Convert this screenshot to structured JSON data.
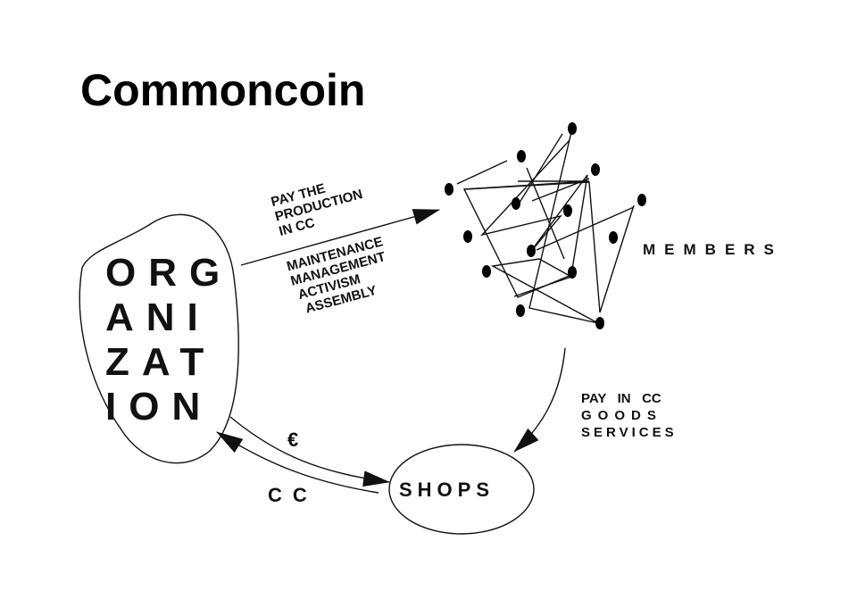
{
  "title": "Commoncoin",
  "organization": {
    "lines": [
      "ORG",
      "ANI",
      "ZAT",
      "ION"
    ]
  },
  "members_label": "MEMBERS",
  "shops_label": "SHOPS",
  "arrow_to_members": {
    "lines": [
      "PAY THE",
      "PRODUCTION",
      "IN CC"
    ]
  },
  "activities": {
    "lines": [
      "MAINTENANCE",
      "MANAGEMENT",
      "ACTIVISM",
      "ASSEMBLY"
    ]
  },
  "members_to_shops": {
    "lines": [
      "PAY   IN   CC",
      "GOODS",
      "SERVICES"
    ]
  },
  "euro_label": "€",
  "cc_label": "CC"
}
